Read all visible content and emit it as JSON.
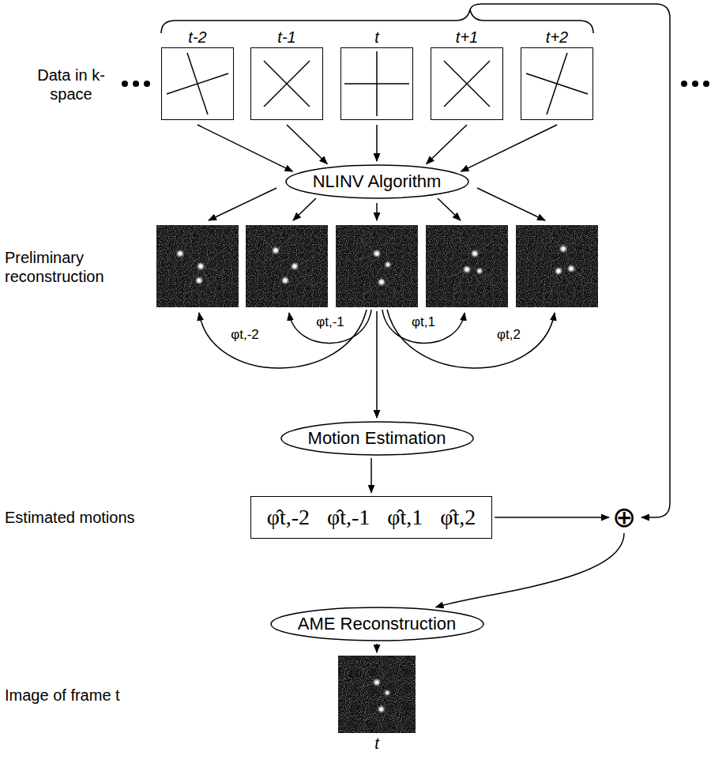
{
  "diagram": {
    "nodes": [
      {
        "text": [
          "t-2"
        ]
      },
      {
        "text": [
          "t-1"
        ]
      },
      {
        "text": [
          "t"
        ]
      },
      {
        "text": [
          "t+1"
        ]
      },
      {
        "text": [
          "t+2"
        ]
      },
      {
        "text": [
          "NLINV Algorithm"
        ]
      },
      {
        "text": [
          "Motion Estimation"
        ]
      },
      {
        "text": [
          "φ̂t,-2",
          "φ̂t,-1",
          "φ̂t,1",
          "φ̂t,2"
        ]
      },
      {
        "text": [
          "⊕"
        ]
      },
      {
        "text": [
          "AME Reconstruction"
        ]
      },
      {
        "text": [
          "t"
        ]
      }
    ],
    "edges": [
      {
        "from": 0,
        "to": 5,
        "arrow": "to"
      },
      {
        "from": 1,
        "to": 5,
        "arrow": "to"
      },
      {
        "from": 2,
        "to": 5,
        "arrow": "to"
      },
      {
        "from": 3,
        "to": 5,
        "arrow": "to"
      },
      {
        "from": 4,
        "to": 5,
        "arrow": "to"
      },
      {
        "from": 6,
        "to": 7,
        "arrow": "to"
      },
      {
        "from": 7,
        "to": 8,
        "arrow": "to"
      },
      {
        "from": 8,
        "to": 9,
        "arrow": "to"
      },
      {
        "from": 9,
        "to": 10,
        "arrow": "to"
      }
    ],
    "labels": [
      "Data in k-space",
      "Preliminary reconstruction",
      "Estimated motions",
      "Image of frame t",
      "φt,-2",
      "φt,-1",
      "φt,1",
      "φt,2"
    ]
  }
}
